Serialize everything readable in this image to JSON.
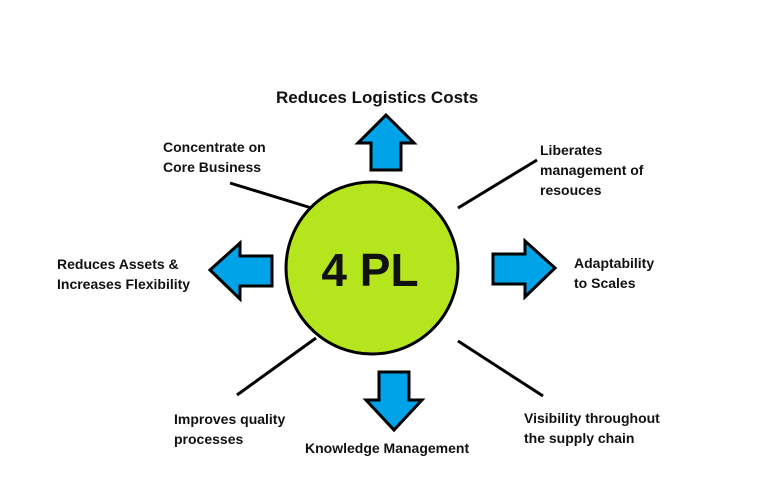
{
  "center": {
    "label": "4 PL"
  },
  "labels": {
    "top": [
      "Reduces Logistics Costs"
    ],
    "top_left": [
      "Concentrate on",
      "Core Business"
    ],
    "top_right": [
      "Liberates",
      "management of",
      "resouces"
    ],
    "left": [
      "Reduces Assets &",
      "Increases Flexibility"
    ],
    "right": [
      "Adaptability",
      "to Scales"
    ],
    "bottom_left": [
      "Improves quality",
      "processes"
    ],
    "bottom": [
      "Knowledge Management"
    ],
    "bottom_right": [
      "Visibility throughout",
      "the supply chain"
    ]
  },
  "colors": {
    "circle_fill": "#b5e61d",
    "arrow_fill": "#00a2e8",
    "stroke": "#000000",
    "text": "#111111"
  }
}
